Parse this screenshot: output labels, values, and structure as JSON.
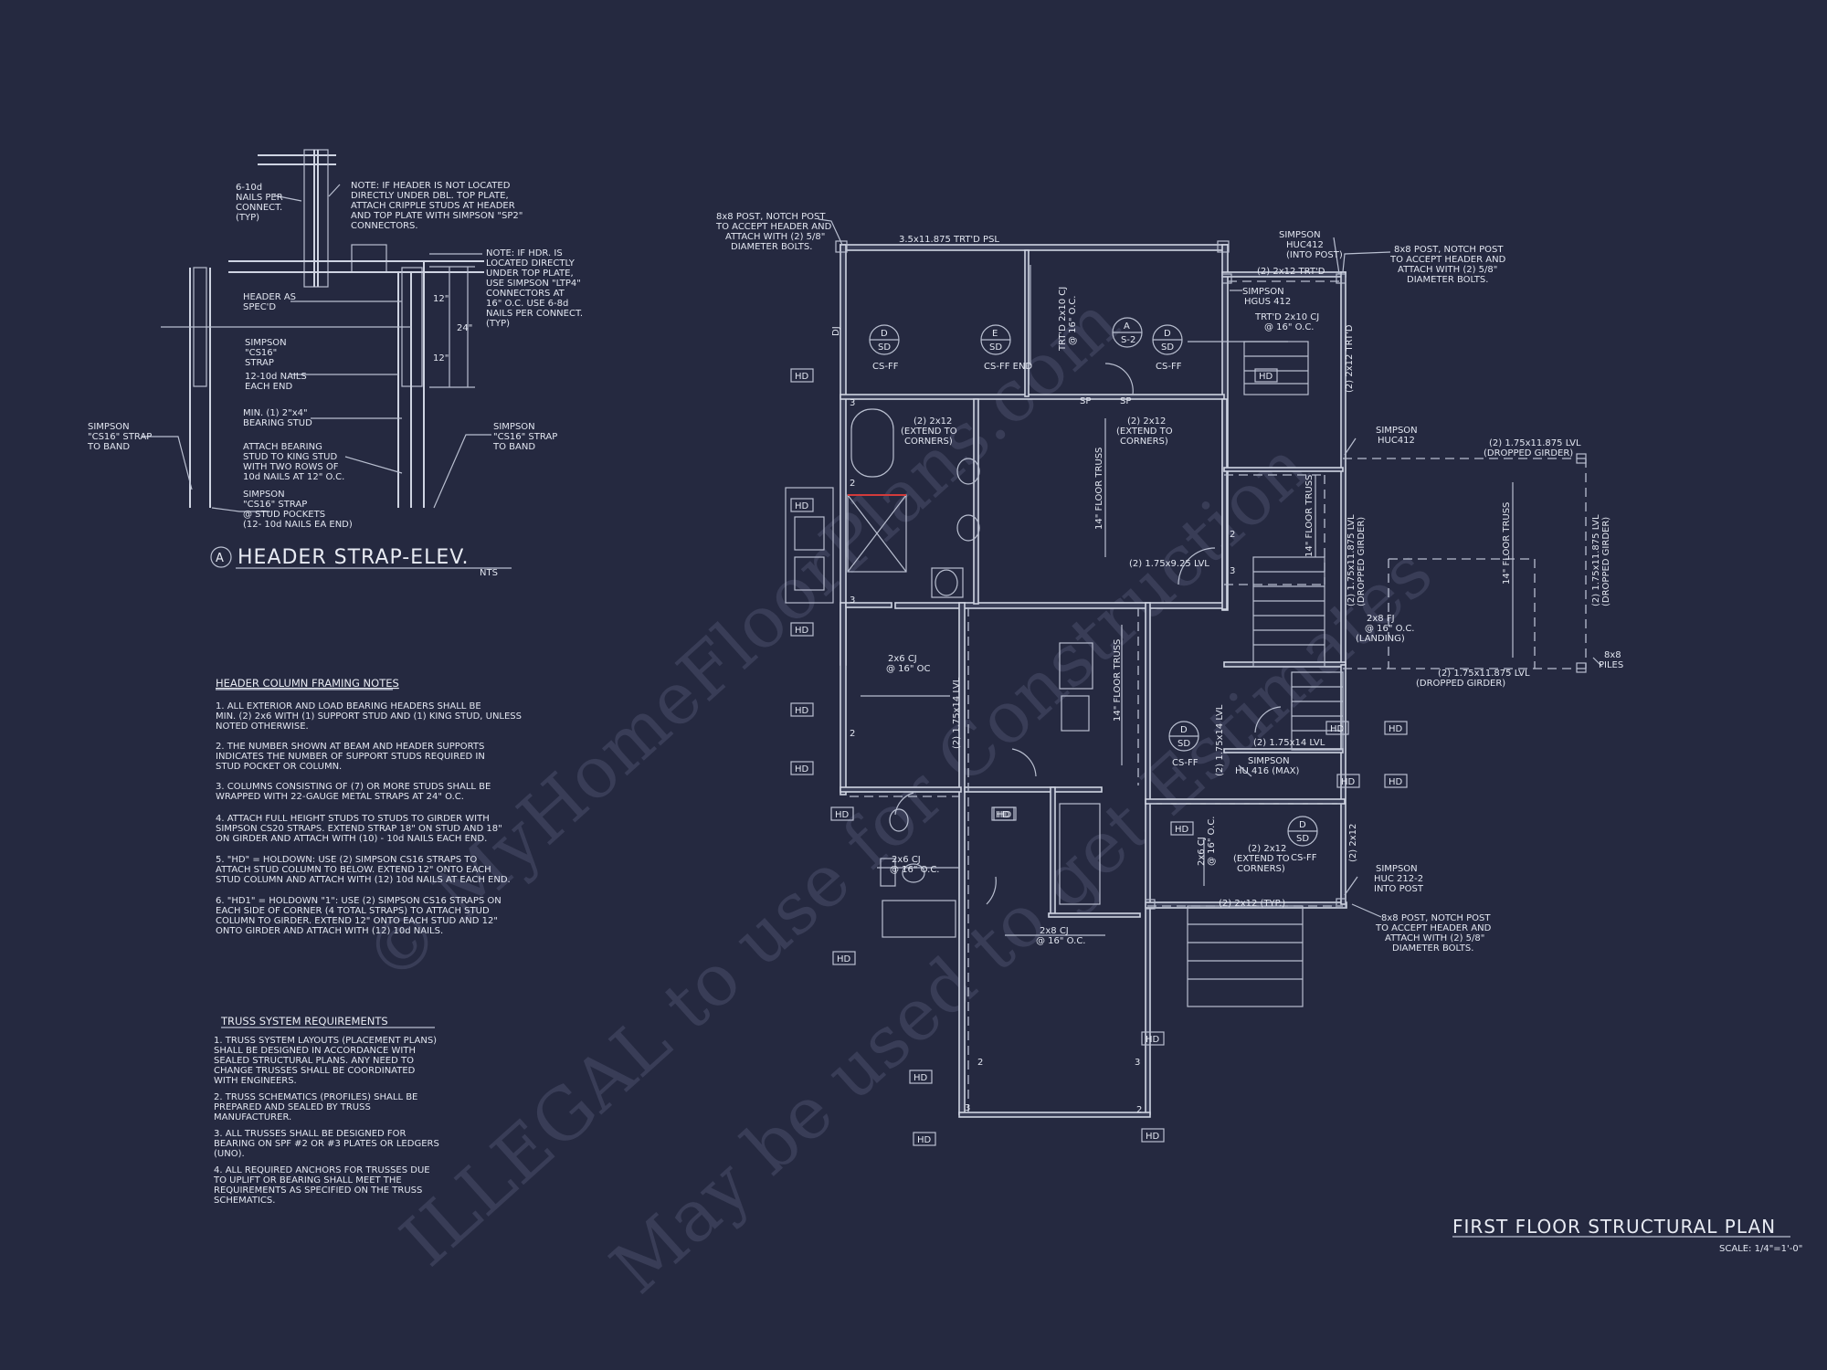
{
  "detail": {
    "marker": "A",
    "title": "HEADER STRAP-ELEV.",
    "scale": "NTS",
    "nails_label": [
      "6-10d",
      "NAILS PER",
      "CONNECT.",
      "(TYP)"
    ],
    "note1": [
      "NOTE: IF HEADER IS NOT LOCATED",
      "DIRECTLY UNDER DBL. TOP PLATE,",
      "ATTACH CRIPPLE STUDS AT HEADER",
      "AND TOP PLATE WITH SIMPSON \"SP2\"",
      "CONNECTORS."
    ],
    "note2": [
      "NOTE: IF HDR. IS",
      "LOCATED DIRECTLY",
      "UNDER TOP PLATE,",
      "USE SIMPSON \"LTP4\"",
      "CONNECTORS AT",
      "16\" O.C.  USE 6-8d",
      "NAILS PER CONNECT.",
      "(TYP)"
    ],
    "header_label": [
      "HEADER AS",
      "SPEC'D"
    ],
    "strap_label": [
      "SIMPSON",
      "\"CS16\"",
      "STRAP",
      "12-10d NAILS",
      "EACH END"
    ],
    "bearing_label": [
      "MIN. (1) 2\"x4\"",
      "BEARING STUD"
    ],
    "attach_label": [
      "ATTACH BEARING",
      "STUD TO KING STUD",
      "WITH TWO ROWS OF",
      "10d NAILS AT 12\" O.C."
    ],
    "pocket_label": [
      "SIMPSON",
      "\"CS16\" STRAP",
      "@ STUD POCKETS",
      "(12- 10d NAILS EA END)"
    ],
    "left_band": [
      "SIMPSON",
      "\"CS16\" STRAP",
      "TO BAND"
    ],
    "right_band": [
      "SIMPSON",
      "\"CS16\" STRAP",
      "TO BAND"
    ],
    "dims": [
      "12\"",
      "24\"",
      "12\""
    ]
  },
  "header_notes": {
    "title": "HEADER COLUMN FRAMING NOTES",
    "items": [
      [
        "1. ALL EXTERIOR AND LOAD BEARING HEADERS SHALL BE",
        "MIN. (2) 2x6 WITH (1) SUPPORT STUD AND (1) KING STUD, UNLESS",
        "NOTED OTHERWISE."
      ],
      [
        "2. THE NUMBER SHOWN AT BEAM AND HEADER SUPPORTS",
        "INDICATES THE NUMBER OF SUPPORT STUDS REQUIRED IN",
        "STUD POCKET OR COLUMN."
      ],
      [
        "3. COLUMNS CONSISTING OF (7) OR MORE STUDS SHALL BE",
        "WRAPPED WITH 22-GAUGE METAL STRAPS AT 24\" O.C."
      ],
      [
        "4. ATTACH FULL HEIGHT STUDS TO STUDS TO GIRDER WITH",
        "SIMPSON CS20 STRAPS. EXTEND STRAP 18\" ON STUD AND 18\"",
        "ON GIRDER AND ATTACH WITH (10) - 10d NAILS EACH END."
      ],
      [
        "5. \"HD\" = HOLDOWN: USE (2) SIMPSON CS16 STRAPS TO",
        "ATTACH STUD COLUMN TO BELOW. EXTEND 12\" ONTO EACH",
        "STUD COLUMN AND ATTACH WITH (12) 10d NAILS AT EACH END."
      ],
      [
        "6. \"HD1\" = HOLDOWN \"1\": USE (2) SIMPSON CS16 STRAPS ON",
        "EACH SIDE OF CORNER (4 TOTAL STRAPS) TO ATTACH STUD",
        "COLUMN TO GIRDER. EXTEND 12\" ONTO EACH STUD AND 12\"",
        "ONTO GIRDER AND ATTACH WITH (12) 10d NAILS."
      ]
    ]
  },
  "truss_notes": {
    "title": "TRUSS SYSTEM REQUIREMENTS",
    "items": [
      [
        "1. TRUSS SYSTEM LAYOUTS (PLACEMENT PLANS)",
        "SHALL BE DESIGNED IN ACCORDANCE WITH",
        "SEALED STRUCTURAL PLANS. ANY NEED TO",
        "CHANGE TRUSSES SHALL BE COORDINATED",
        "WITH  ENGINEERS."
      ],
      [
        "2. TRUSS SCHEMATICS (PROFILES) SHALL BE",
        "PREPARED AND SEALED BY TRUSS",
        "MANUFACTURER."
      ],
      [
        "3. ALL TRUSSES SHALL BE DESIGNED FOR",
        "BEARING ON SPF #2 OR #3 PLATES OR LEDGERS",
        "(UNO)."
      ],
      [
        "4. ALL REQUIRED ANCHORS FOR TRUSSES DUE",
        "TO UPLIFT OR BEARING SHALL MEET THE",
        "REQUIREMENTS AS SPECIFIED ON THE TRUSS",
        "SCHEMATICS."
      ]
    ]
  },
  "plan": {
    "title": "FIRST FLOOR STRUCTURAL PLAN",
    "scale": "SCALE: 1/4\"=1'-0\"",
    "callouts": {
      "post_tl": [
        "8x8 POST, NOTCH POST",
        "TO ACCEPT HEADER AND",
        "ATTACH WITH (2) 5/8\"",
        "DIAMETER BOLTS."
      ],
      "post_tr": [
        "8x8 POST, NOTCH POST",
        "TO ACCEPT HEADER AND",
        "ATTACH WITH (2) 5/8\"",
        "DIAMETER BOLTS."
      ],
      "post_br": [
        "8x8 POST, NOTCH POST",
        "TO ACCEPT HEADER AND",
        "ATTACH WITH (2) 5/8\"",
        "DIAMETER BOLTS."
      ],
      "psl": "3.5x11.875 TRT'D PSL",
      "huc412_top": [
        "SIMPSON",
        "HUC412",
        "(INTO POST)"
      ],
      "trtd_2x12": "(2) 2x12 TRT'D",
      "hgus": [
        "SIMPSON",
        "HGUS 412"
      ],
      "cj_top": [
        "TRT'D 2x10 CJ",
        "@ 16\" O.C."
      ],
      "right_2x12": "(2) 2x12 TRT'D",
      "cj_vert": [
        "TRT'D 2x10 CJ",
        "@ 16\" O.C."
      ],
      "ext_corners_1": [
        "(2) 2x12",
        "(EXTEND TO",
        "CORNERS)"
      ],
      "ext_corners_2": [
        "(2) 2x12",
        "(EXTEND TO",
        "CORNERS)"
      ],
      "huc412_mid": [
        "SIMPSON",
        "HUC412"
      ],
      "lvl_top": "(2) 1.75x11.875 LVL",
      "dropped_1": "(DROPPED GIRDER)",
      "lvl_925": "(2) 1.75x9.25 LVL",
      "floor_truss": "14\" FLOOR TRUSS",
      "lvl_vert_left": [
        "(2) 1.75x11.875 LVL",
        "(DROPPED GIRDER)"
      ],
      "lvl_vert_right": [
        "(2) 1.75x11.875 LVL",
        "(DROPPED GIRDER)"
      ],
      "fj": [
        "2x8 FJ",
        "@ 16\" O.C.",
        "(LANDING)"
      ],
      "lvl_bottom": [
        "(2) 1.75x11.875 LVL",
        "(DROPPED GIRDER)"
      ],
      "piles": [
        "8x8",
        "PILES"
      ],
      "cj_2x6": [
        "2x6 CJ",
        "@ 16\" OC"
      ],
      "lvl_14": "(2) 1.75x14 LVL",
      "lvl_14b": "(2) 1.75x14 LVL",
      "lvl_14c": "(2) 1.75x14 LVL",
      "hu416": [
        "SIMPSON",
        "HU 416 (MAX)"
      ],
      "huc212": [
        "SIMPSON",
        "HUC 212-2",
        "INTO POST"
      ],
      "cj_2x6_b": [
        "2x6 CJ",
        "@ 16\" O.C."
      ],
      "ext_corners_3": [
        "(2) 2x12",
        "(EXTEND TO",
        "CORNERS)"
      ],
      "typ_2x12": "(2) 2x12 (TYP.)",
      "vert_2x12": "(2) 2x12",
      "cj_2x8": [
        "2x8 CJ",
        "@ 16\" O.C."
      ],
      "cj_2x6_c": [
        "2x6 CJ",
        "@ 16\" O.C."
      ],
      "dj": "DJ",
      "sp1": "SP",
      "sp2": "SP"
    },
    "detectors": [
      {
        "top": "D",
        "mid": "SD",
        "bot": "CS-FF"
      },
      {
        "top": "E",
        "mid": "SD",
        "bot": "CS-FF END"
      },
      {
        "top": "A",
        "mid": "S-2",
        "bot": ""
      },
      {
        "top": "D",
        "mid": "SD",
        "bot": "CS-FF"
      },
      {
        "top": "D",
        "mid": "SD",
        "bot": "CS-FF"
      },
      {
        "top": "D",
        "mid": "SD",
        "bot": "CS-FF"
      }
    ],
    "hd_label": "HD",
    "hd_count": 19,
    "stud_numbers": [
      "3",
      "2",
      "3",
      "2",
      "2",
      "3",
      "3",
      "2",
      "2",
      "3"
    ]
  },
  "watermark": {
    "line1": "© MyHomeFloorPlans.com",
    "line2": "ILLEGAL to use for Construction",
    "line3": "May be used to get Estimates"
  }
}
